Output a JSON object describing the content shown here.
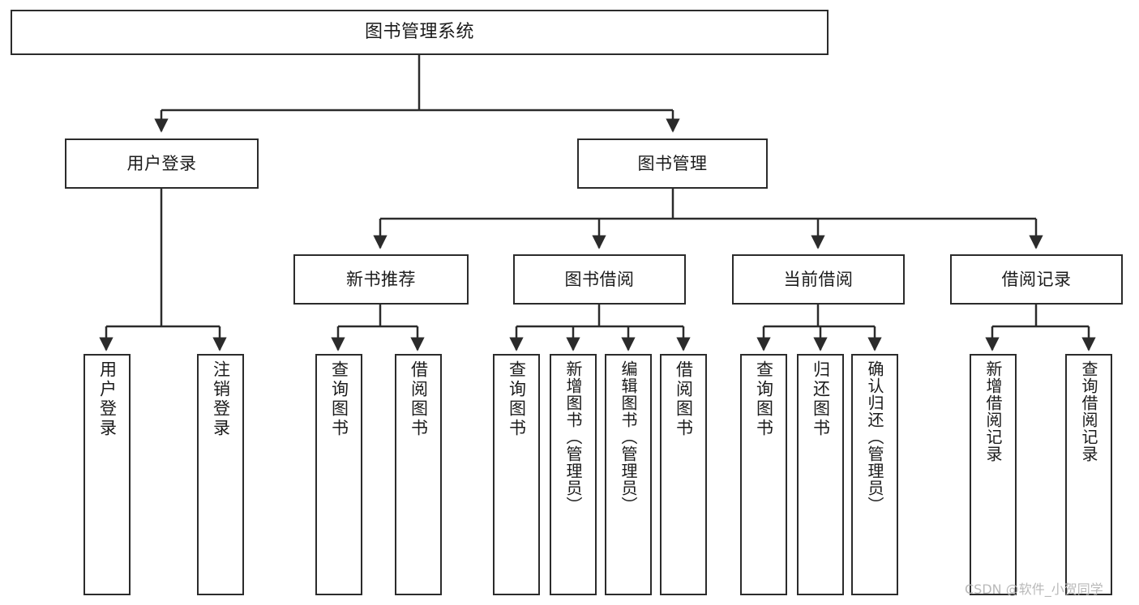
{
  "diagram": {
    "title": "图书管理系统",
    "type": "tree-hierarchy",
    "stroke_color": "#2b2b2b",
    "background_color": "#ffffff"
  },
  "root": {
    "label": "图书管理系统"
  },
  "level1": [
    {
      "label": "用户登录"
    },
    {
      "label": "图书管理"
    }
  ],
  "level2": [
    {
      "label": "新书推荐"
    },
    {
      "label": "图书借阅"
    },
    {
      "label": "当前借阅"
    },
    {
      "label": "借阅记录"
    }
  ],
  "leaves": {
    "user_login": [
      {
        "label": "用户登录"
      },
      {
        "label": "注销登录"
      }
    ],
    "new_book_recommend": [
      {
        "label": "查询图书"
      },
      {
        "label": "借阅图书"
      }
    ],
    "book_borrow": [
      {
        "label": "查询图书"
      },
      {
        "label": "新增图书（管理员）"
      },
      {
        "label": "编辑图书（管理员）"
      },
      {
        "label": "借阅图书"
      }
    ],
    "current_borrow": [
      {
        "label": "查询图书"
      },
      {
        "label": "归还图书"
      },
      {
        "label": "确认归还（管理员）"
      }
    ],
    "borrow_record": [
      {
        "label": "新增借阅记录"
      },
      {
        "label": "查询借阅记录"
      }
    ]
  },
  "watermark": {
    "text": "CSDN @软件_小贺同学"
  }
}
